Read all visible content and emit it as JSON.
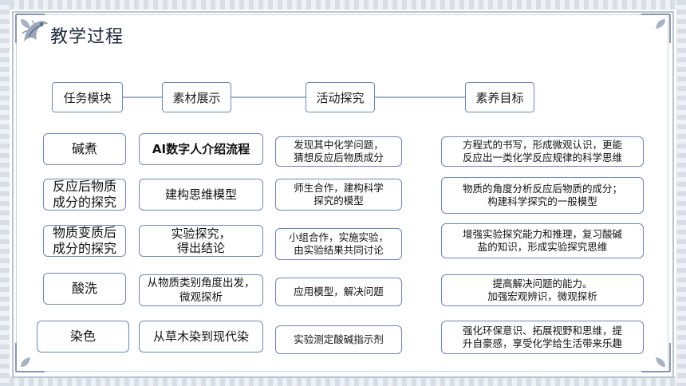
{
  "title": "教学过程",
  "headers": [
    "任务模块",
    "素材展示",
    "活动探究",
    "素养目标"
  ],
  "rows": [
    {
      "module": "碱煮",
      "material": "AI数字人介绍流程",
      "activity": "发现其中化学问题，\n猜想反应后物质成分",
      "goal": "方程式的书写，形成微观认识，更能\n反应出一类化学反应规律的科学思维"
    },
    {
      "module": "反应后物质\n成分的探究",
      "material": "建构思维模型",
      "activity": "师生合作，建构科学\n探究的模型",
      "goal": "物质的角度分析反应后物质的成分；\n构建科学探究的一般模型"
    },
    {
      "module": "物质变质后\n成分的探究",
      "material": "实验探究，\n得出结论",
      "activity": "小组合作，实施实验，\n由实验结果共同讨论",
      "goal": "增强实验探究能力和推理，复习酸碱\n盐的知识，形成实验探究思维"
    },
    {
      "module": "酸洗",
      "material": "从物质类别角度出发，\n微观探析",
      "activity": "应用模型，解决问题",
      "goal": "提高解决问题的能力。\n加强宏观辨识，微观探析"
    },
    {
      "module": "染色",
      "material": "从草木染到现代染",
      "activity": "实验测定酸碱指示剂",
      "goal": "强化环保意识、拓展视野和思维，提\n升自豪感，享受化学给生活带来乐趣"
    }
  ],
  "colors": {
    "border": "#6f88b1",
    "frame": "#b9c4d4",
    "connector": "#7f95b8"
  },
  "icons": [
    "corner-ornament-icon"
  ]
}
